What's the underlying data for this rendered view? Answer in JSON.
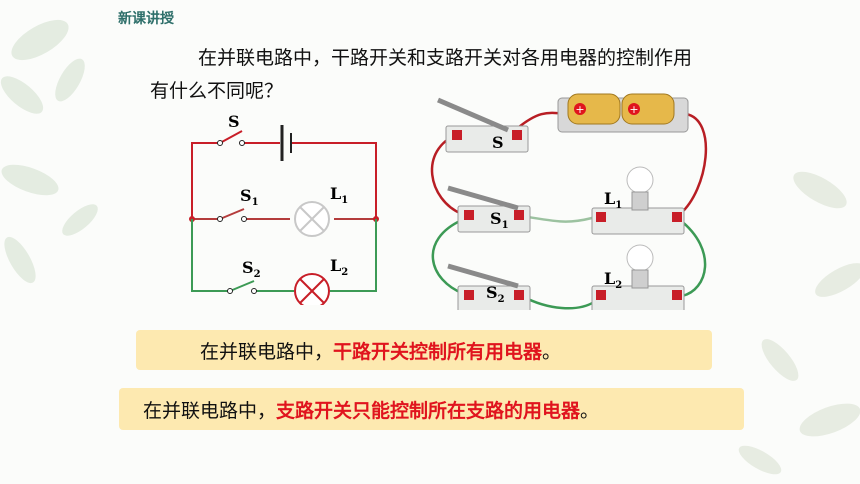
{
  "header": {
    "label": "新课讲授"
  },
  "question": {
    "text": "在并联电路中，干路开关和支路开关对各用电器的控制作用有什么不同呢？"
  },
  "schematic": {
    "switch_main": "S",
    "switch_1": "S",
    "switch_1_sub": "1",
    "lamp_1": "L",
    "lamp_1_sub": "1",
    "switch_2": "S",
    "switch_2_sub": "2",
    "lamp_2": "L",
    "lamp_2_sub": "2"
  },
  "photo_labels": {
    "switch_main": "S",
    "switch_1": "S",
    "switch_1_sub": "1",
    "lamp_1": "L",
    "lamp_1_sub": "1",
    "switch_2": "S",
    "switch_2_sub": "2",
    "lamp_2": "L",
    "lamp_2_sub": "2",
    "battery_plus": "+"
  },
  "conclusion_1": {
    "prefix": "在并联电路中，",
    "highlight": "干路开关控制所有用电器",
    "suffix": "。"
  },
  "conclusion_2": {
    "prefix": "在并联电路中，",
    "highlight": "支路开关只能控制所在支路的用电器",
    "suffix": "。"
  },
  "colors": {
    "main_wire": "#c81e28",
    "branch1_wire": "#b43c3c",
    "branch2_wire": "#3c9a55",
    "highlight": "#e0141e",
    "box_fill": "#fde9b0"
  }
}
